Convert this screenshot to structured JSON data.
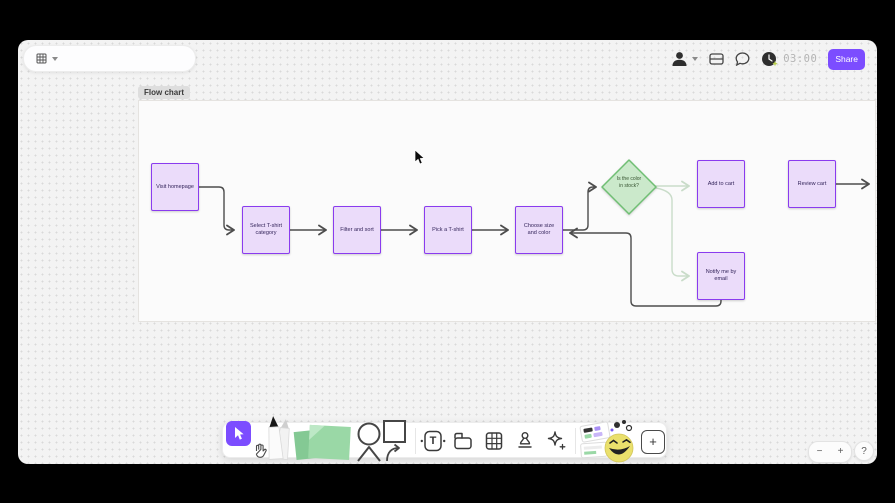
{
  "colors": {
    "accent": "#7C4DFF",
    "node_fill": "#EBDCFA",
    "node_stroke": "#8A3BEF",
    "decision_fill": "#CBE9CB",
    "decision_stroke": "#6FBF73",
    "connector": "#4D4D4D",
    "connector_faded": "#C9DCC9",
    "sticky_green": "#96D5A3"
  },
  "topbar": {
    "timer_value": "03:00",
    "share_label": "Share"
  },
  "frame": {
    "label": "Flow chart"
  },
  "flowchart": {
    "nodes": [
      {
        "id": "visit-homepage",
        "label": "Visit homepage"
      },
      {
        "id": "select-category",
        "label": "Select T-shirt category"
      },
      {
        "id": "filter-sort",
        "label": "Filter and sort"
      },
      {
        "id": "pick-tshirt",
        "label": "Pick a T-shirt"
      },
      {
        "id": "choose-size-color",
        "label": "Choose size and color"
      },
      {
        "id": "add-to-cart",
        "label": "Add to cart"
      },
      {
        "id": "review-cart",
        "label": "Review cart"
      },
      {
        "id": "notify-email",
        "label": "Notify me by email"
      }
    ],
    "decision": {
      "label": "Is the color in stock?"
    }
  },
  "toolbar": {
    "text_tool_glyph": "T",
    "add_label": "+"
  },
  "zoom_controls": {
    "zoom_out": "−",
    "zoom_in": "+",
    "help": "?"
  },
  "icons": {
    "topbar": [
      "grid-menu-icon",
      "chevron-down-icon",
      "user-avatar-icon",
      "layout-icon",
      "comment-icon",
      "timer-icon"
    ],
    "toolbar": [
      "select-cursor-icon",
      "hand-icon",
      "marker-icon",
      "sticky-note-icon",
      "shapes-icon",
      "text-tool-icon",
      "section-tool-icon",
      "table-tool-icon",
      "stamp-tool-icon",
      "ai-sparkle-icon",
      "stickers-emoji-icon",
      "plus-icon"
    ],
    "zoom": [
      "minus-icon",
      "plus-icon",
      "help-icon"
    ]
  }
}
